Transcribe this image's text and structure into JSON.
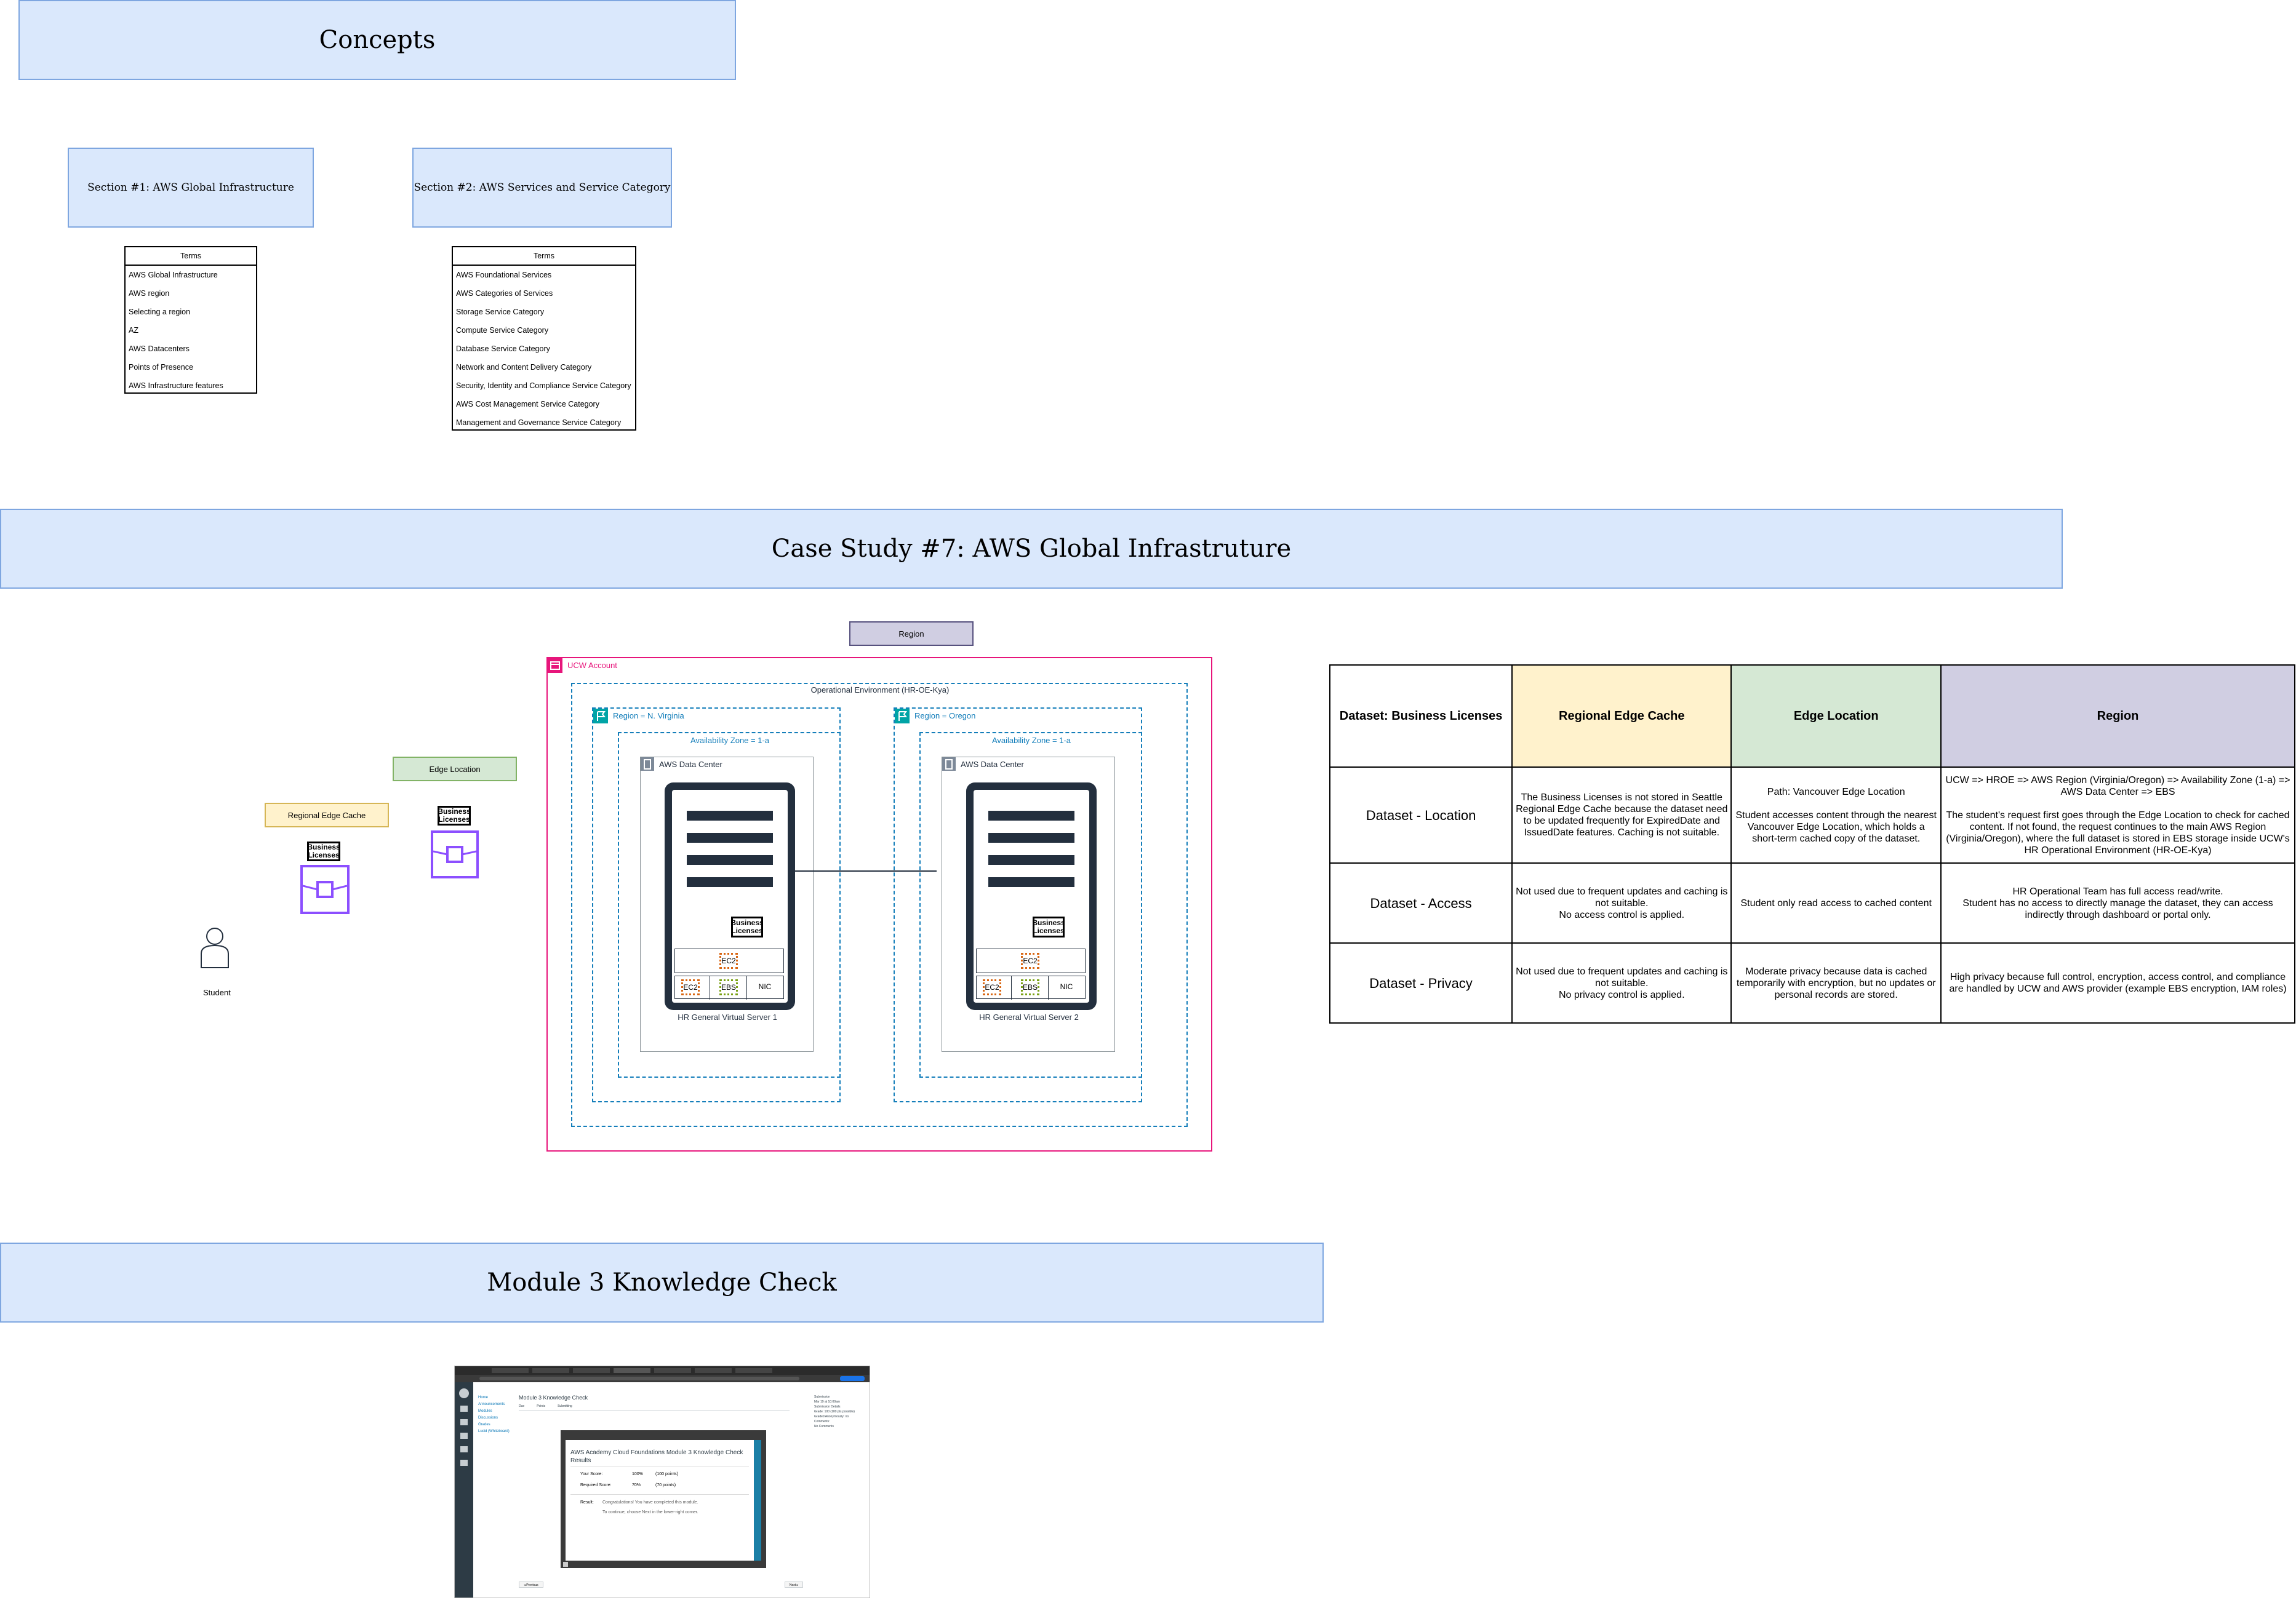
{
  "banners": {
    "concepts": "Concepts",
    "case_study": "Case Study #7: AWS Global Infrastruture",
    "module": "Module 3 Knowledge Check"
  },
  "section1": {
    "title": "Section #1: AWS Global Infrastructure",
    "terms_header": "Terms",
    "terms": [
      "AWS Global Infrastructure",
      "AWS region",
      "Selecting a region",
      "AZ",
      "AWS Datacenters",
      "Points of Presence",
      "AWS Infrastructure features"
    ]
  },
  "section2": {
    "title": "Section #2: AWS Services and Service Category",
    "terms_header": "Terms",
    "terms": [
      "AWS Foundational Services",
      "AWS Categories of Services",
      "Storage Service Category",
      "Compute Service Category",
      "Database Service Category",
      "Network and Content Delivery Category",
      "Security, Identity and Compliance Service Category",
      "AWS Cost Management Service Category",
      "Management and Governance Service Category"
    ]
  },
  "diagram": {
    "region_legend": "Region",
    "edge_location_label": "Edge Location",
    "regional_edge_cache_label": "Regional Edge Cache",
    "student_label": "Student",
    "license_label": "Business Licenses",
    "account_label": "UCW Account",
    "env_label": "Operational Environment (HR-OE-Kya)",
    "regions": [
      {
        "title": "Region = N. Virginia",
        "az": "Availability Zone  = 1-a",
        "dc": "AWS Data Center",
        "server": "HR General Virtual Server 1"
      },
      {
        "title": "Region = Oregon",
        "az": "Availability Zone  = 1-a",
        "dc": "AWS Data Center",
        "server": "HR General Virtual Server 2"
      }
    ],
    "ec2": "EC2",
    "ebs": "EBS",
    "nic": "NIC",
    "colors": {
      "account": "#e7157b",
      "region": "#00a4a6",
      "purple": "#8c4fff",
      "edge_fill": "#d5e8d4",
      "cache_fill": "#fff2cc",
      "region_fill": "#d0cee2"
    }
  },
  "dataset_table": {
    "headers": [
      "Dataset: Business Licenses",
      "Regional Edge Cache",
      "Edge Location",
      "Region"
    ],
    "rows": [
      {
        "label": "Dataset - Location",
        "cells": [
          "The Business Licenses is not stored in Seattle Regional Edge Cache because the dataset need to be updated frequently for ExpiredDate and IssuedDate features. Caching is not suitable.",
          "Path: Vancouver Edge Location\n\nStudent accesses content through the nearest Vancouver Edge Location, which holds a short-term cached copy of the dataset.",
          "UCW => HROE => AWS Region (Virginia/Oregon) => Availability Zone (1-a) => AWS Data Center => EBS\n\nThe student's request first goes through the Edge Location to check for cached content. If not found, the request continues to the main AWS Region (Virginia/Oregon), where the full dataset is stored in EBS storage inside UCW's HR Operational Environment (HR-OE-Kya)"
        ]
      },
      {
        "label": "Dataset - Access",
        "cells": [
          "Not used due to frequent updates and caching is not suitable.\nNo access control is applied.",
          "Student only read access to cached content",
          "HR Operational Team has full access read/write.\nStudent has no access to directly manage the dataset, they can access indirectly through dashboard or portal only."
        ]
      },
      {
        "label": "Dataset - Privacy",
        "cells": [
          "Not used due to frequent updates and caching is not suitable.\nNo privacy control is applied.",
          "Moderate privacy because data is cached temporarily with encryption, but no updates or personal records are stored.",
          "High privacy because full control, encryption, access control, and compliance are handled by UCW and AWS provider (example EBS encryption, IAM roles)"
        ]
      }
    ],
    "colors": {
      "cache": "#fff2cc",
      "edge": "#d5e8d4",
      "region": "#d0cee2"
    }
  },
  "knowledge_check": {
    "page_title": "Module 3 Knowledge Check",
    "card_title": "AWS Academy Cloud Foundations Module 3 Knowledge Check Results",
    "your_score_label": "Your Score:",
    "your_score_pct": "100%",
    "your_score_pts": "(100 points)",
    "required_label": "Required Score:",
    "required_pct": "70%",
    "required_pts": "(70 points)",
    "result_label": "Result:",
    "result_text": "Congratulations! You have completed this module.",
    "result_next": "To continue, choose Next in the lower-right corner.",
    "prev_button": "◂ Previous",
    "next_button": "Next ▸",
    "sidebar_links": [
      "Home",
      "Announcements",
      "Modules",
      "Discussions",
      "Grades",
      "Lucid (Whiteboard)"
    ],
    "meta": [
      "Due",
      "Points",
      "Submitting"
    ],
    "right_panel": [
      "Submission",
      "Mar 19 at 10:00am",
      "Submission Details",
      "Grade: 100 (100 pts possible)",
      "Graded Anonymously: no",
      "Comments:",
      "No Comments"
    ]
  }
}
